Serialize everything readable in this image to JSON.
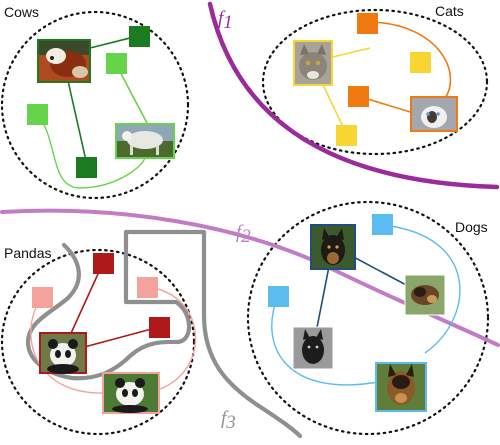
{
  "clusters": {
    "cows": {
      "label": "Cows"
    },
    "cats": {
      "label": "Cats"
    },
    "pandas": {
      "label": "Pandas"
    },
    "dogs": {
      "label": "Dogs"
    }
  },
  "boundaries": {
    "f1": {
      "letter": "f",
      "sub": "1",
      "color": "#9b2a9a"
    },
    "f2": {
      "letter": "f",
      "sub": "2",
      "color": "#c27cc6"
    },
    "f3": {
      "letter": "f",
      "sub": "3",
      "color": "#8f8f8f"
    }
  },
  "colors": {
    "cow_dark": "#1b7a22",
    "cow_light": "#66d44a",
    "cat_orange": "#ef7a12",
    "cat_yellow": "#f7d632",
    "panda_dark": "#b01919",
    "panda_light": "#f4a29c",
    "dog_dark": "#1d4f80",
    "dog_light": "#5bbcf0"
  }
}
